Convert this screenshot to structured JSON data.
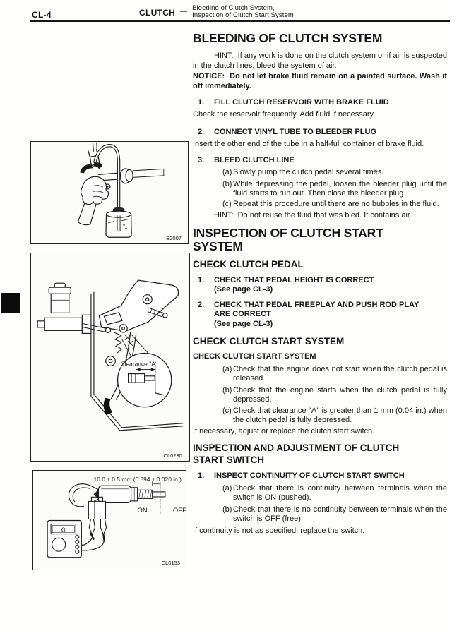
{
  "header": {
    "page_code": "CL-4",
    "section": "CLUTCH",
    "separator": "—",
    "subtitle_line1": "Bleeding of Clutch System,",
    "subtitle_line2": "Inspection of Clutch Start System"
  },
  "bleeding": {
    "title": "BLEEDING OF CLUTCH SYSTEM",
    "hint": "HINT:  If any work is done on the clutch system or if air is suspected in the clutch lines, bleed the system of air.",
    "notice": "NOTICE:  Do not let brake fluid remain on a painted surface. Wash it off immediately.",
    "steps": [
      {
        "num": "1.",
        "heading": "FILL CLUTCH RESERVOIR WITH BRAKE FLUID",
        "body": "Check the reservoir frequently. Add fluid if necessary."
      },
      {
        "num": "2.",
        "heading": "CONNECT VINYL TUBE TO BLEEDER PLUG",
        "body": "Insert the other end of the tube in a half-full container of brake fluid."
      },
      {
        "num": "3.",
        "heading": "BLEED CLUTCH LINE",
        "subs": [
          {
            "label": "(a)",
            "text": "Slowly pump the clutch pedal several times."
          },
          {
            "label": "(b)",
            "text": "While depressing the pedal, loosen the bleeder plug until the fluid starts to run out. Then close the bleeder plug."
          },
          {
            "label": "(c)",
            "text": "Repeat this procedure until there are no bubbles in the fluid."
          }
        ],
        "hint": "HINT:  Do not reuse the fluid that was bled. It contains air."
      }
    ]
  },
  "inspection": {
    "title": "INSPECTION OF CLUTCH START SYSTEM",
    "check_pedal": {
      "heading": "CHECK CLUTCH PEDAL",
      "items": [
        {
          "num": "1.",
          "title": "CHECK THAT PEDAL HEIGHT IS CORRECT",
          "ref": "(See page CL-3)"
        },
        {
          "num": "2.",
          "title": "CHECK THAT PEDAL FREEPLAY AND PUSH ROD PLAY ARE CORRECT",
          "ref": "(See page CL-3)"
        }
      ]
    },
    "check_start": {
      "heading": "CHECK CLUTCH START SYSTEM",
      "subheading": "CHECK CLUTCH START SYSTEM",
      "subs": [
        {
          "label": "(a)",
          "text": "Check that the engine does not start when the clutch pedal is released."
        },
        {
          "label": "(b)",
          "text": "Check that the engine starts when the clutch pedal is fully depressed."
        },
        {
          "label": "(c)",
          "text": "Check that clearance ''A'' is greater than 1 mm (0.04 in.) when the clutch pedal is fully depressed."
        }
      ],
      "footer": "If necessary, adjust or replace the clutch start switch."
    },
    "switch": {
      "heading": "INSPECTION AND ADJUSTMENT OF CLUTCH START SWITCH",
      "step_num": "1.",
      "step_title": "INSPECT CONTINUITY OF CLUTCH START SWITCH",
      "subs": [
        {
          "label": "(a)",
          "text": "Check that there is continuity between terminals when the switch is ON (pushed)."
        },
        {
          "label": "(b)",
          "text": "Check that there is no continuity between terminals when the switch is OFF (free)."
        }
      ],
      "footer": "If continuity is not as specified, replace the switch."
    }
  },
  "figures": {
    "bleed": {
      "code": "B2007"
    },
    "pedal": {
      "code": "CL0230",
      "callout": "Clearance ''A''"
    },
    "switch": {
      "code": "CL0153",
      "dimension": "10.0 ± 0.5 mm (0.394 ± 0.020 in.)",
      "on": "ON",
      "off": "OFF",
      "ohm": "Ω"
    }
  }
}
